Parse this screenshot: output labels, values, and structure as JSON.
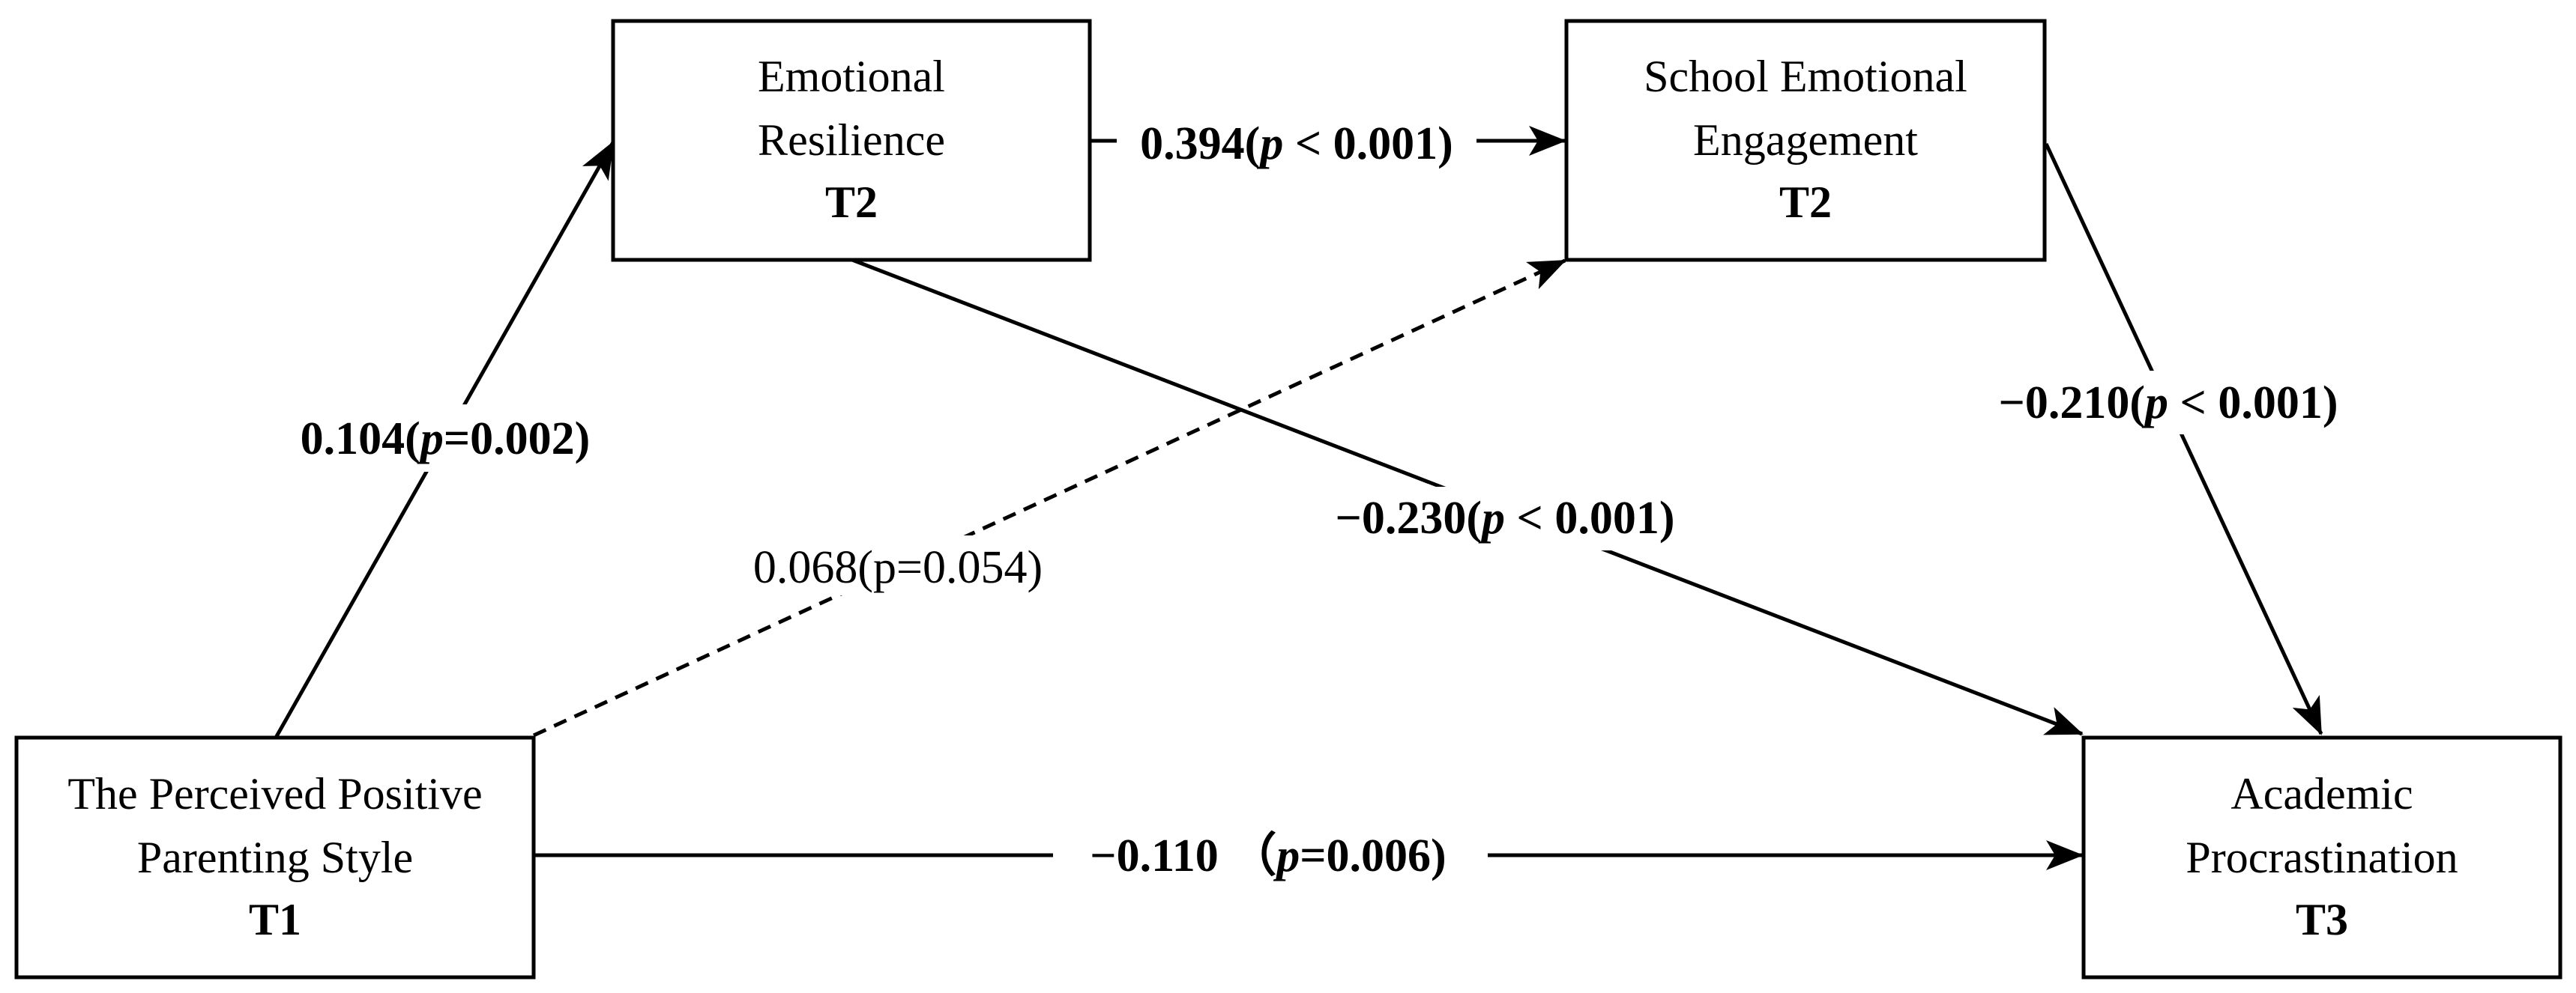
{
  "nodes": {
    "parenting": {
      "line1": "The Perceived Positive",
      "line2": "Parenting Style",
      "time": "T1"
    },
    "resilience": {
      "line1": "Emotional",
      "line2": "Resilience",
      "time": "T2"
    },
    "engagement": {
      "line1": "School Emotional",
      "line2": "Engagement",
      "time": "T2"
    },
    "procrastination": {
      "line1": "Academic",
      "line2": "Procrastination",
      "time": "T3"
    }
  },
  "paths": {
    "parenting_resilience": {
      "coef": "0.104(",
      "p": "p",
      "rest": "=0.002)"
    },
    "resilience_engagement": {
      "coef": "0.394(",
      "p": "p",
      "rest": " < 0.001)"
    },
    "parenting_engagement": {
      "text": "0.068(p=0.054)"
    },
    "resilience_procrastination": {
      "coef": "−0.230(",
      "p": "p",
      "rest": " < 0.001)"
    },
    "engagement_procrastination": {
      "coef": "−0.210(",
      "p": "p",
      "rest": " < 0.001)"
    },
    "parenting_procrastination": {
      "coef": "−0.110 （",
      "p": "p",
      "rest": "=0.006)"
    }
  }
}
